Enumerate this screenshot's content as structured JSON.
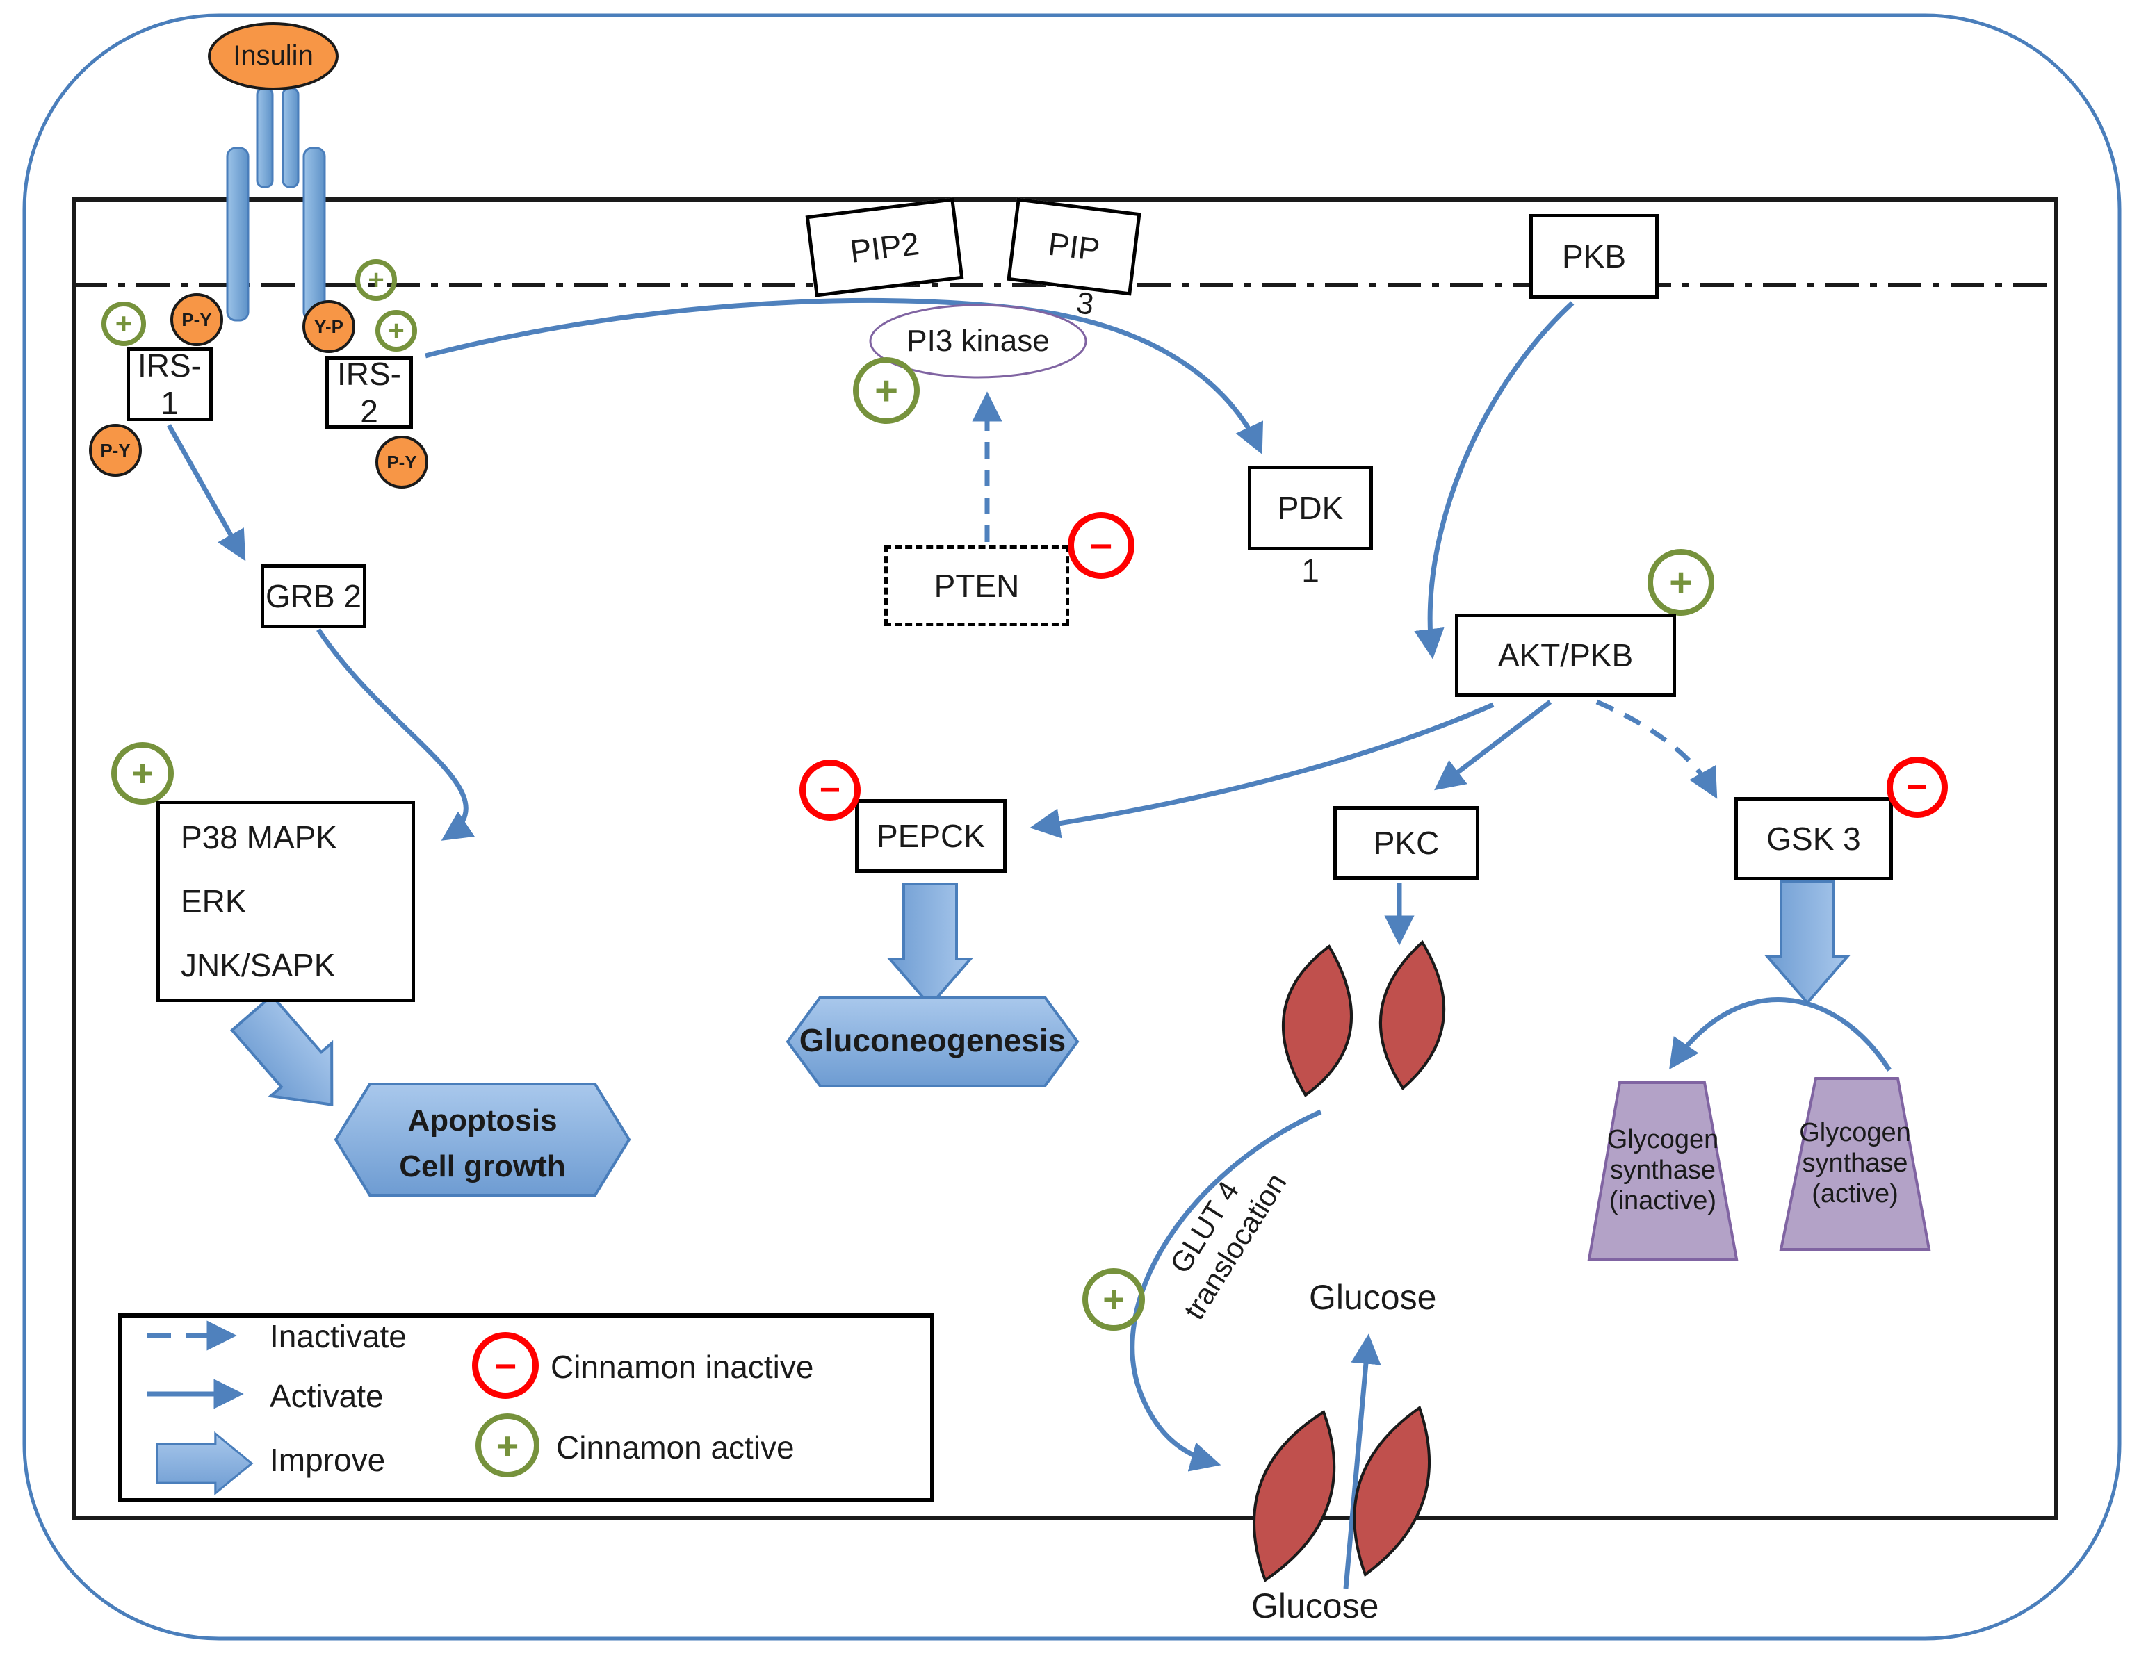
{
  "colors": {
    "arrow_blue": "#4F81BD",
    "shape_blue_border": "#4A7EBB",
    "shape_blue_fill": "#8DB4E2",
    "orange": "#F79646",
    "green_plus": "#76923C",
    "red_minus": "#FF0000",
    "purple_fill": "#B3A2C7",
    "purple_border": "#8064A2",
    "leaf_red": "#C0504D"
  },
  "icons": {
    "plus": "+",
    "minus": "−"
  },
  "nodes": {
    "insulin": "Insulin",
    "irs1": "IRS-1",
    "irs2": "IRS-2",
    "grb2": "GRB 2",
    "pip2": "PIP2",
    "pip": "PIP",
    "pip_sub": "3",
    "pi3k": "PI3 kinase",
    "pten": "PTEN",
    "pkb": "PKB",
    "pdk": "PDK",
    "pdk_sub": "1",
    "akt": "AKT/PKB",
    "pepck": "PEPCK",
    "pkc": "PKC",
    "gsk3": "GSK 3",
    "p38_line1": "P38 MAPK",
    "p38_line2": "ERK",
    "p38_line3": "JNK/SAPK",
    "apoptosis_line1": "Apoptosis",
    "apoptosis_line2": "Cell growth",
    "gluconeogenesis": "Gluconeogenesis",
    "glut4_line1": "GLUT 4",
    "glut4_line2": "translocation",
    "glucose_upper": "Glucose",
    "glucose_lower": "Glucose",
    "glycogen_inactive": [
      "Glycogen",
      "synthase",
      "(inactive)"
    ],
    "glycogen_active": [
      "Glycogen",
      "synthase",
      "(active)"
    ]
  },
  "phospho": {
    "py1": "P-Y",
    "yp": "Y-P",
    "py2": "P-Y",
    "py3": "P-Y"
  },
  "legend": {
    "inactivate": "Inactivate",
    "activate": "Activate",
    "improve": "Improve",
    "cinnamon_inactive": "Cinnamon inactive",
    "cinnamon_active": "Cinnamon active"
  }
}
